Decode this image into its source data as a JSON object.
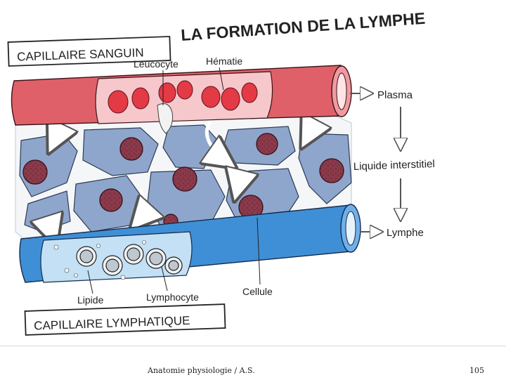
{
  "diagram": {
    "title": "LA FORMATION DE LA LYMPHE",
    "labels": {
      "capillaire_sanguin": "CAPILLAIRE SANGUIN",
      "leucocyte": "Leucocyte",
      "hematie": "Hématie",
      "plasma": "Plasma",
      "liquide_interstitiel": "Liquide interstitiel",
      "lymphe": "Lymphe",
      "cellule": "Cellule",
      "lymphocyte": "Lymphocyte",
      "lipide": "Lipide",
      "capillaire_lymphatique": "CAPILLAIRE LYMPHATIQUE"
    },
    "colors": {
      "blood_capillary": "#e0606a",
      "lymph_capillary": "#3f8fd6",
      "tissue_cells": "#8fa6cc",
      "nucleus": "#8a3a4a",
      "interstitial_fluid": "#f4f6f8"
    }
  },
  "footer": {
    "caption": "Anatomie physiologie / A.S.",
    "page_number": "105"
  }
}
